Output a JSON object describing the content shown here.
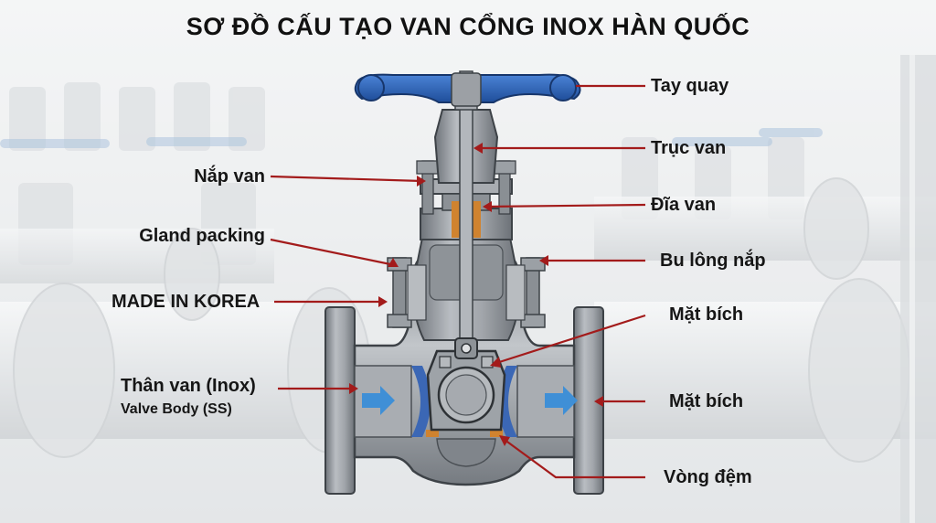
{
  "title": "SƠ ĐỒ CẤU TẠO VAN CỔNG INOX HÀN QUỐC",
  "labels": {
    "handwheel": "Tay quay",
    "stem": "Trục van",
    "bonnet": "Nắp van",
    "disc": "Đĩa van",
    "gland_packing": "Gland packing",
    "bonnet_bolts": "Bu lông nắp",
    "made_in": "MADE IN KOREA",
    "flange_top": "Mặt bích",
    "body_vi": "Thân van (Inox)",
    "body_en": "Valve Body (SS)",
    "flange_right": "Mặt bích",
    "gasket": "Vòng đệm"
  },
  "colors": {
    "leader": "#a31b1b",
    "handwheel": "#2f63b8",
    "body_steel": "#9ea2a8",
    "flow_arrow": "#3f8fd6",
    "seat_blue": "#3b67b5",
    "packing": "#d0832f"
  },
  "icons": [
    "flow-arrow-icon",
    "flow-arrow-icon"
  ]
}
